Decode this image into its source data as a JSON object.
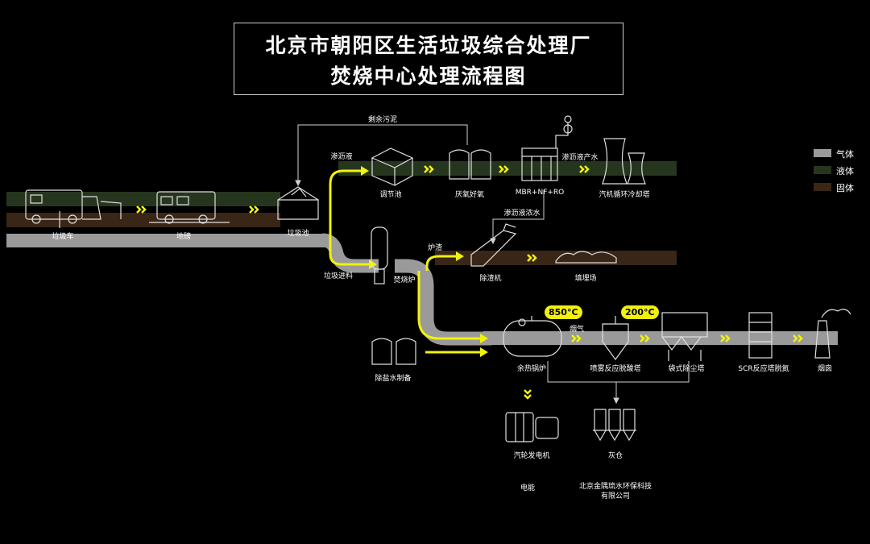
{
  "title": {
    "line1": "北京市朝阳区生活垃圾综合处理厂",
    "line2": "焚烧中心处理流程图"
  },
  "legend": [
    {
      "label": "气体",
      "color": "#9a9a9a"
    },
    {
      "label": "液体",
      "color": "#26361e"
    },
    {
      "label": "固体",
      "color": "#3a2617"
    }
  ],
  "colors": {
    "flow": "#f2f20d",
    "gas": "#9a9a9a",
    "liquid": "#26361e",
    "solid": "#3a2617"
  },
  "labels": {
    "garbage_truck": "垃圾车",
    "weighbridge": "地磅",
    "garbage_pit": "垃圾池",
    "residual_sludge": "剩余污泥",
    "leachate": "渗沥液",
    "regulating_tank": "调节池",
    "anaerobic_aerobic": "厌氧好氧",
    "mbr": "MBR+NF+RO",
    "leachate_product_water": "渗沥液产水",
    "cooling_tower": "汽机循环冷却塔",
    "leachate_concentrate": "渗沥液浓水",
    "feeding": "垃圾进料",
    "incinerator": "焚烧炉",
    "slag": "炉渣",
    "slag_remover": "除渣机",
    "landfill": "填埋场",
    "demineralized_water": "除盐水制备",
    "waste_heat_boiler": "余热锅炉",
    "flue_gas": "烟气",
    "spray_tower": "喷雾反应脱酸塔",
    "bag_filter": "袋式除尘塔",
    "scr": "SCR反应塔脱氮",
    "chimney": "烟囱",
    "turbine": "汽轮发电机",
    "electricity": "电能",
    "ash_silo": "灰仓",
    "company_line1": "北京金隅琉水环保科技",
    "company_line2": "有限公司"
  },
  "temps": {
    "t1": "850°C",
    "t2": "200°C"
  }
}
